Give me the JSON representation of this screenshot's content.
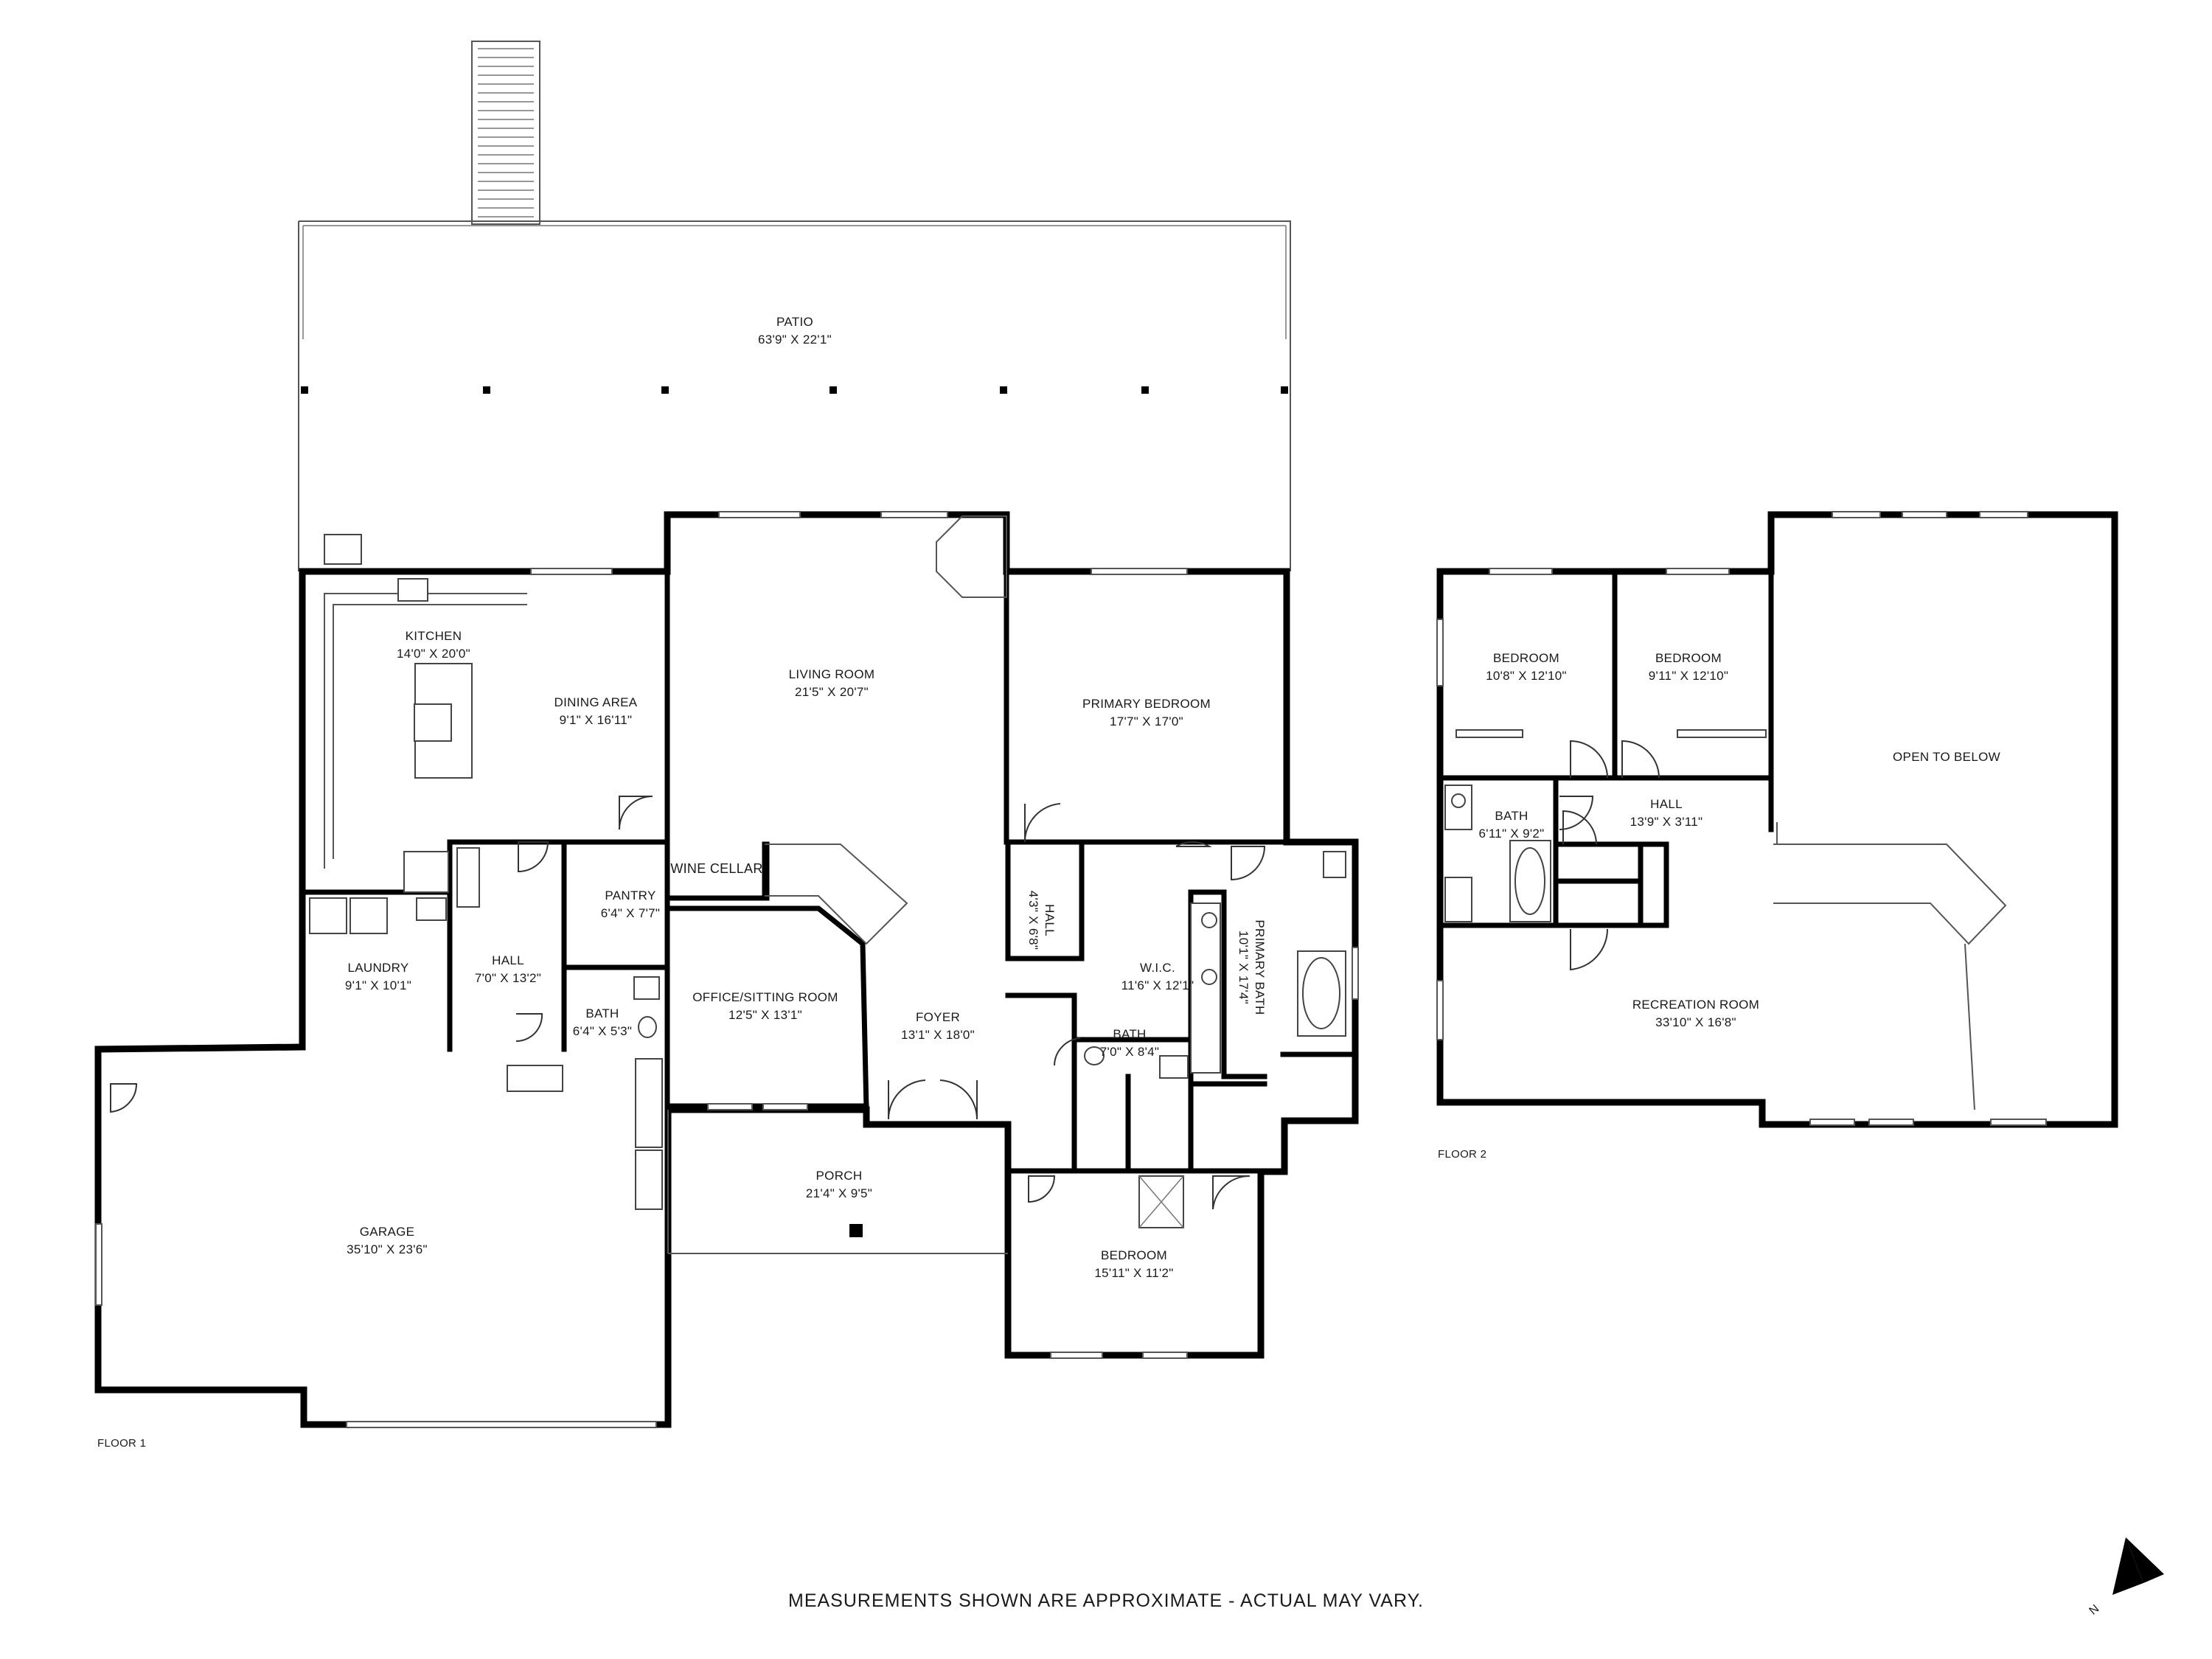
{
  "patio": {
    "name": "PATIO",
    "dims": "63'9\" X 22'1\""
  },
  "floor1": {
    "label": "FLOOR 1",
    "rooms": {
      "kitchen": {
        "name": "KITCHEN",
        "dims": "14'0\" X 20'0\""
      },
      "dining": {
        "name": "DINING AREA",
        "dims": "9'1\" X 16'11\""
      },
      "living": {
        "name": "LIVING ROOM",
        "dims": "21'5\" X 20'7\""
      },
      "primary_bedroom": {
        "name": "PRIMARY BEDROOM",
        "dims": "17'7\" X 17'0\""
      },
      "pantry": {
        "name": "PANTRY",
        "dims": "6'4\" X 7'7\""
      },
      "wine_cellar": {
        "name": "WINE CELLAR"
      },
      "hall_small": {
        "name": "HALL",
        "dims": "4'3\" X 6'8\""
      },
      "laundry": {
        "name": "LAUNDRY",
        "dims": "9'1\" X 10'1\""
      },
      "hall": {
        "name": "HALL",
        "dims": "7'0\" X 13'2\""
      },
      "bath_small": {
        "name": "BATH",
        "dims": "6'4\" X 5'3\""
      },
      "office": {
        "name": "OFFICE/SITTING ROOM",
        "dims": "12'5\" X 13'1\""
      },
      "foyer": {
        "name": "FOYER",
        "dims": "13'1\" X 18'0\""
      },
      "wic": {
        "name": "W.I.C.",
        "dims": "11'6\" X 12'1\""
      },
      "primary_bath": {
        "name": "PRIMARY BATH",
        "dims": "10'1\" X 17'4\""
      },
      "bath": {
        "name": "BATH",
        "dims": "7'0\" X 8'4\""
      },
      "porch": {
        "name": "PORCH",
        "dims": "21'4\" X 9'5\""
      },
      "garage": {
        "name": "GARAGE",
        "dims": "35'10\" X 23'6\""
      },
      "bedroom": {
        "name": "BEDROOM",
        "dims": "15'11\" X 11'2\""
      }
    }
  },
  "floor2": {
    "label": "FLOOR 2",
    "rooms": {
      "bedroom_a": {
        "name": "BEDROOM",
        "dims": "10'8\" X 12'10\""
      },
      "bedroom_b": {
        "name": "BEDROOM",
        "dims": "9'11\" X 12'10\""
      },
      "open_to_below": {
        "name": "OPEN TO BELOW"
      },
      "bath": {
        "name": "BATH",
        "dims": "6'11\" X 9'2\""
      },
      "hall": {
        "name": "HALL",
        "dims": "13'9\" X 3'11\""
      },
      "recreation": {
        "name": "RECREATION ROOM",
        "dims": "33'10\" X 16'8\""
      }
    }
  },
  "disclaimer": "MEASUREMENTS SHOWN ARE APPROXIMATE - ACTUAL MAY VARY.",
  "compass": {
    "label": "N",
    "icon": "north-arrow-icon"
  }
}
